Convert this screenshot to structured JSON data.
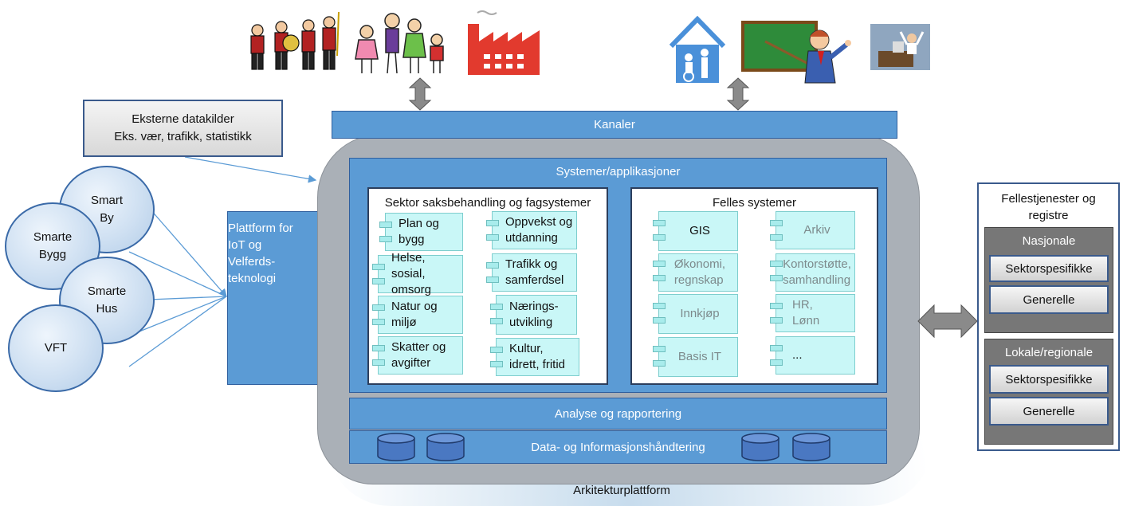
{
  "external": {
    "line1": "Eksterne datakilder",
    "line2": "Eks. vær, trafikk, statistikk"
  },
  "smart": [
    {
      "line1": "Smart",
      "line2": "By"
    },
    {
      "line1": "Smarte",
      "line2": "Bygg"
    },
    {
      "line1": "Smarte",
      "line2": "Hus"
    },
    {
      "line1": "VFT",
      "line2": ""
    }
  ],
  "iot": {
    "lines": [
      "Plattform for",
      "IoT og",
      "Velferds-",
      "teknologi"
    ]
  },
  "kanaler": "Kanaler",
  "systems": {
    "title": "Systemer/applikasjoner",
    "sektor": {
      "title": "Sektor saksbehandling og fagsystemer",
      "left": [
        {
          "line1": "Plan og",
          "line2": "bygg"
        },
        {
          "line1": "Helse, sosial,",
          "line2": "omsorg"
        },
        {
          "line1": "Natur og",
          "line2": "miljø"
        },
        {
          "line1": "Skatter og",
          "line2": "avgifter"
        }
      ],
      "right": [
        {
          "line1": "Oppvekst og",
          "line2": "utdanning"
        },
        {
          "line1": "Trafikk og",
          "line2": "samferdsel"
        },
        {
          "line1": "Nærings-",
          "line2": "utvikling"
        },
        {
          "line1": "Kultur,",
          "line2": "idrett, fritid"
        }
      ]
    },
    "felles": {
      "title": "Felles systemer",
      "left": [
        {
          "line1": "GIS",
          "line2": ""
        },
        {
          "line1": "Økonomi,",
          "line2": "regnskap"
        },
        {
          "line1": "Innkjøp",
          "line2": ""
        },
        {
          "line1": "Basis IT",
          "line2": ""
        }
      ],
      "right": [
        {
          "line1": "Arkiv",
          "line2": ""
        },
        {
          "line1": "Kontorstøtte,",
          "line2": "samhandling"
        },
        {
          "line1": "HR,",
          "line2": "Lønn"
        },
        {
          "line1": "...",
          "line2": ""
        }
      ]
    }
  },
  "analyse": "Analyse og rapportering",
  "data_handling": "Data- og Informasjonshåndtering",
  "architecture_label": "Arkitekturplattform",
  "right_panel": {
    "title1": "Fellestjenester og",
    "title2": "registre",
    "nasjonale": {
      "title": "Nasjonale",
      "items": [
        "Sektorspesifikke",
        "Generelle"
      ]
    },
    "lokale": {
      "title": "Lokale/regionale",
      "items": [
        "Sektorspesifikke",
        "Generelle"
      ]
    }
  },
  "colors": {
    "blue": "#5b9bd5",
    "cyan_module": "#c9f7f7",
    "platform_grey": "#aab0b7",
    "group_grey": "#777777"
  },
  "icons": [
    "marching-band-icon",
    "family-icon",
    "factory-icon",
    "home-care-icon",
    "teacher-icon",
    "office-worker-icon"
  ]
}
